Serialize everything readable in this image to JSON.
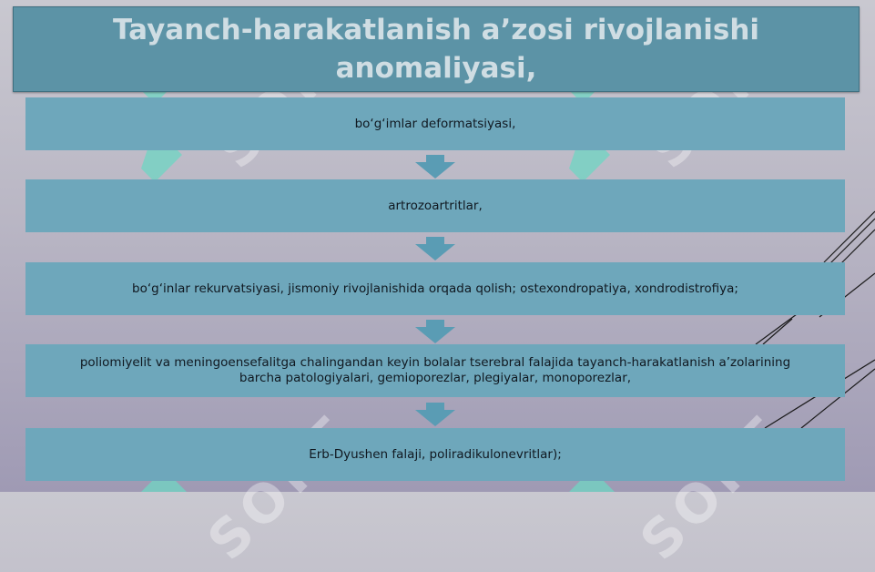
{
  "title": "Tayanch-harakatlanish a’zosi rivojlanishi anomaliyasi,",
  "steps": [
    "bo‘g‘imlar deformatsiyasi,",
    "artrozoartritlar,",
    "bo‘g‘inlar rekurvatsiyasi, jismoniy rivojlanishida orqada qolish; ostexondropatiya, xondrodistrofiya;",
    "poliomiyelit va meningoensefalitga chalingandan keyin bolalar tserebral falajida tayanch-harakatlanish a’zolarining barcha patologiyalari, gemioporezlar, plegiyalar, monoporezlar,",
    "Erb-Dyushen falaji, poliradikulonevritlar);"
  ],
  "watermark": "SOFT",
  "colors": {
    "title_bg": "#5c93a6",
    "step_bg": "#6ea7bb",
    "arrow": "#5a9cb4",
    "logo": "#6fd6c3"
  }
}
